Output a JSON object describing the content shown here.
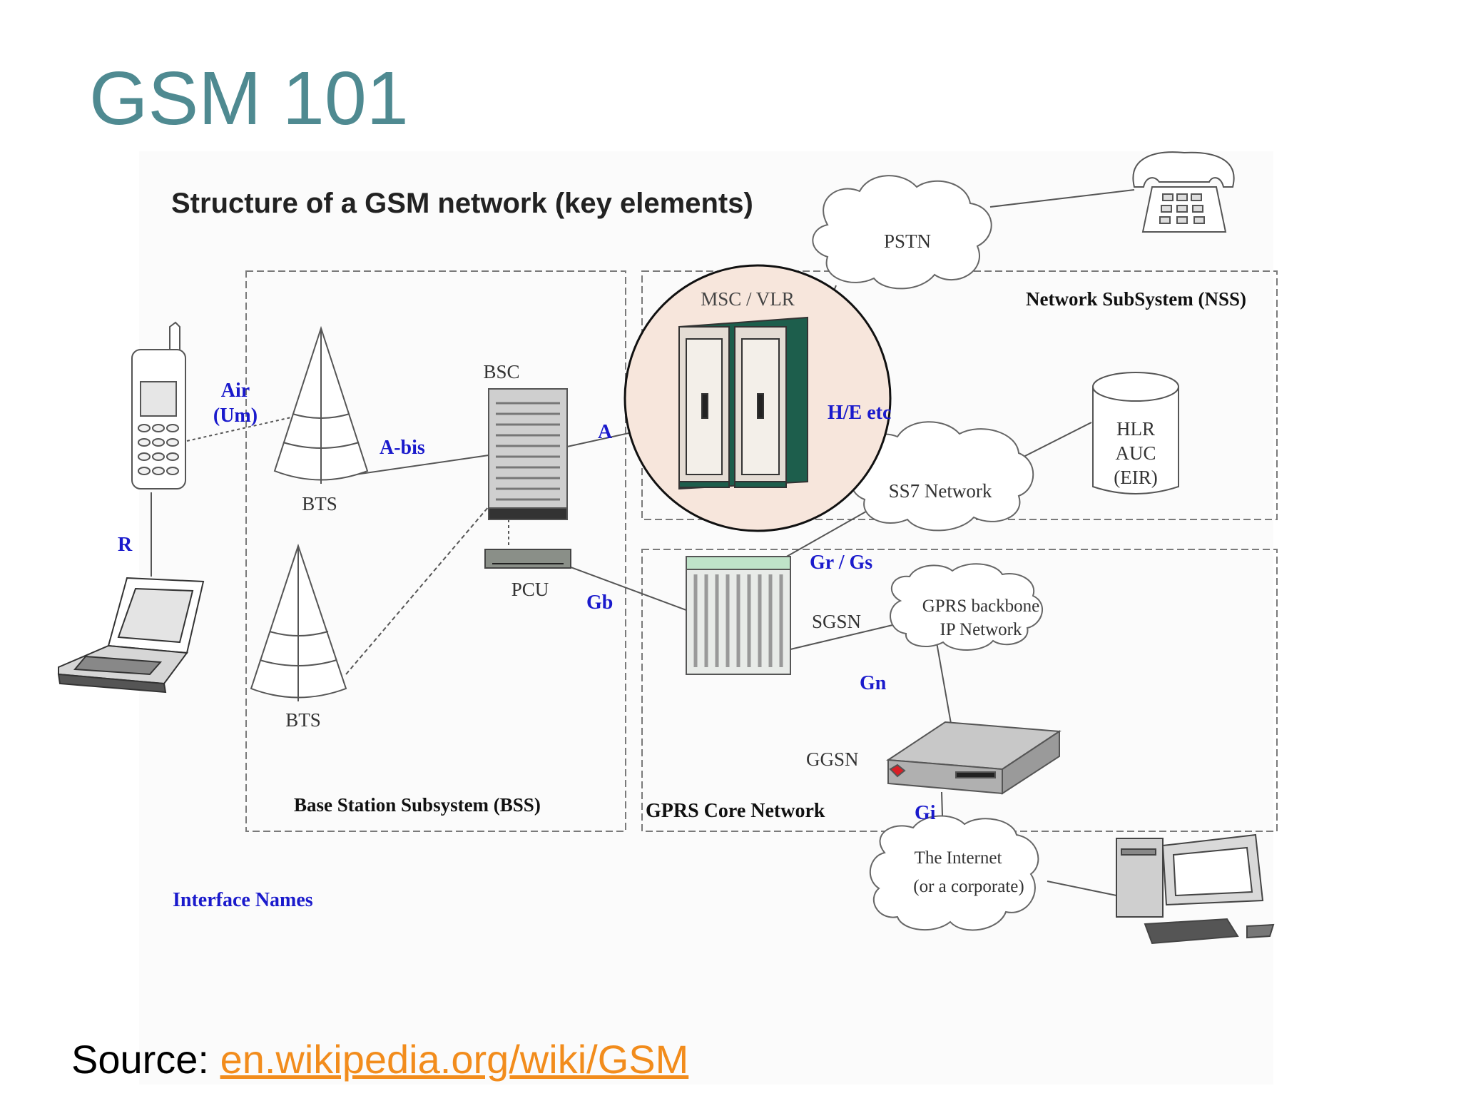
{
  "slide": {
    "title": "GSM 101",
    "source_label": "Source:",
    "source_link": "en.wikipedia.org/wiki/GSM"
  },
  "diagram": {
    "heading": "Structure of a GSM network (key elements)",
    "subsystems": {
      "bss": "Base Station Subsystem (BSS)",
      "nss": "Network SubSystem (NSS)",
      "gprs": "GPRS Core Network"
    },
    "nodes": {
      "bts_top": "BTS",
      "bts_bottom": "BTS",
      "bsc": "BSC",
      "pcu": "PCU",
      "msc_vlr": "MSC / VLR",
      "pstn": "PSTN",
      "ss7": "SS7 Network",
      "hlr": "HLR",
      "auc": "AUC",
      "eir": "(EIR)",
      "sgsn": "SGSN",
      "ggsn": "GGSN",
      "gprs_backbone_1": "GPRS backbone",
      "gprs_backbone_2": "IP Network",
      "internet_1": "The Internet",
      "internet_2": "(or a corporate)"
    },
    "interfaces": {
      "air_1": "Air",
      "air_2": "(Um)",
      "abis": "A-bis",
      "a": "A",
      "he": "H/E etc",
      "gr_gs": "Gr / Gs",
      "gb": "Gb",
      "gn": "Gn",
      "gi": "Gi",
      "r": "R",
      "legend": "Interface Names"
    },
    "colors": {
      "interface_label": "#1a1acc",
      "title": "#4f8a91",
      "link": "#f28c1c",
      "highlight_fill": "#f7e6dc",
      "cabinet_dark": "#1d5e4c"
    }
  }
}
